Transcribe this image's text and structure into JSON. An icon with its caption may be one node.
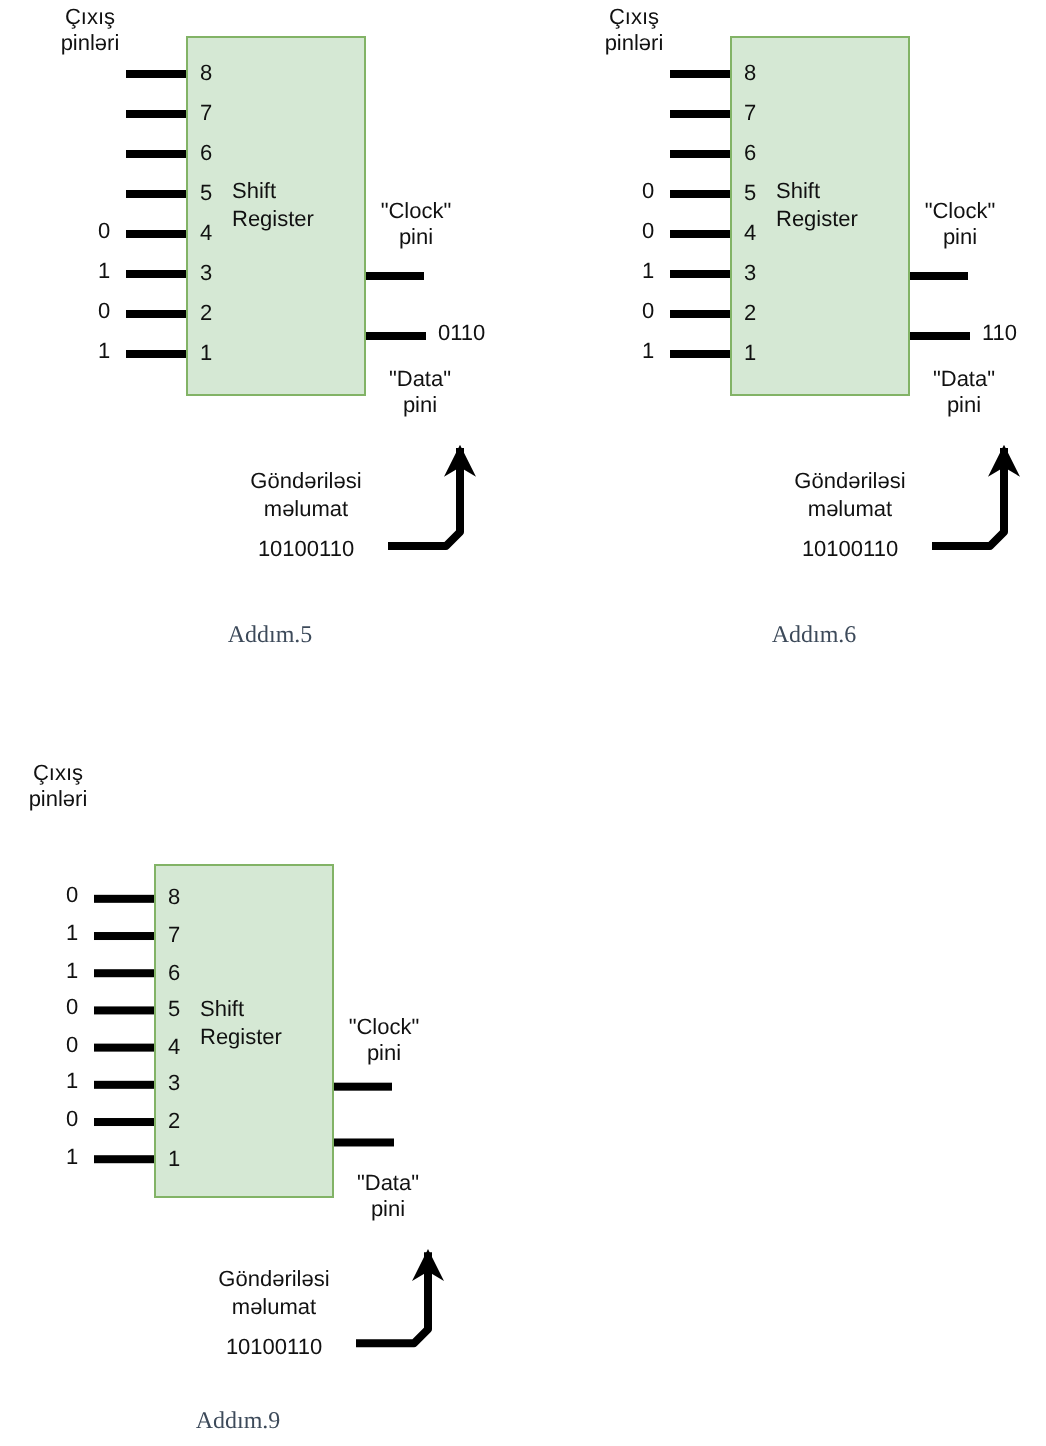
{
  "diagram": {
    "nodes": [
      {
        "text": [
          "8",
          "7",
          "6",
          "5",
          "4",
          "3",
          "2",
          "1",
          "Shift Register"
        ],
        "beside": [
          "Çıxış pinləri",
          "0",
          "1",
          "0",
          "1",
          "\"Clock\" pini"
        ]
      },
      {
        "text": [
          "\"Data\" pini"
        ]
      },
      {
        "text": [
          "Göndəriləsi məlumat",
          "10100110"
        ]
      },
      {
        "text": [
          "8",
          "7",
          "6",
          "5",
          "4",
          "3",
          "2",
          "1",
          "Shift Register"
        ],
        "beside": [
          "Çıxış pinləri",
          "0",
          "0",
          "1",
          "0",
          "1",
          "\"Clock\" pini"
        ]
      },
      {
        "text": [
          "\"Data\" pini"
        ]
      },
      {
        "text": [
          "Göndəriləsi məlumat",
          "10100110"
        ]
      },
      {
        "text": [
          "8",
          "7",
          "6",
          "5",
          "4",
          "3",
          "2",
          "1",
          "Shift Register"
        ],
        "beside": [
          "Çıxış pinləri",
          "0",
          "1",
          "1",
          "0",
          "0",
          "1",
          "0",
          "1",
          "\"Clock\" pini"
        ]
      },
      {
        "text": [
          "\"Data\" pini"
        ]
      },
      {
        "text": [
          "Göndəriləsi məlumat",
          "10100110"
        ]
      }
    ],
    "edges": [
      {
        "from": 2,
        "to": 1,
        "arrow": "to"
      },
      {
        "from": 5,
        "to": 4,
        "arrow": "to"
      },
      {
        "from": 8,
        "to": 7,
        "arrow": "to"
      }
    ],
    "labels": [
      "0110",
      "Addım.5",
      "110",
      "Addım.6",
      "Addım.9"
    ]
  }
}
